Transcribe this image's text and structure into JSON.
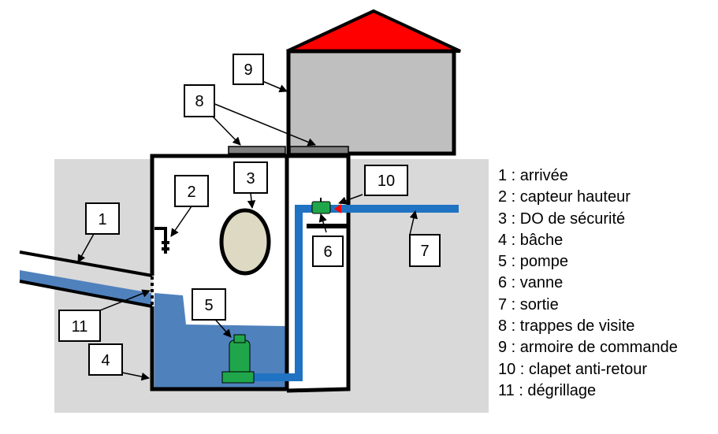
{
  "colors": {
    "ground": "#d9d9d9",
    "water": "#4f81bd",
    "pipe": "#1f73c2",
    "roof": "#ff0000",
    "house": "#bfbfbf",
    "pump": "#1fa64a",
    "valve": "#1fa64a",
    "check_valve": "#ff0000",
    "overflow": "#ddd9c3",
    "hatch": "#808080"
  },
  "callouts": {
    "n1": "1",
    "n2": "2",
    "n3": "3",
    "n4": "4",
    "n5": "5",
    "n6": "6",
    "n7": "7",
    "n8": "8",
    "n9": "9",
    "n10": "10",
    "n11": "11"
  },
  "legend": [
    "1 : arrivée",
    "2 : capteur hauteur",
    "3 : DO de sécurité",
    "4 : bâche",
    "5 : pompe",
    "6 : vanne",
    "7 : sortie",
    "8 : trappes de visite",
    "9 : armoire de commande",
    "10 : clapet anti-retour",
    "11 : dégrillage"
  ]
}
